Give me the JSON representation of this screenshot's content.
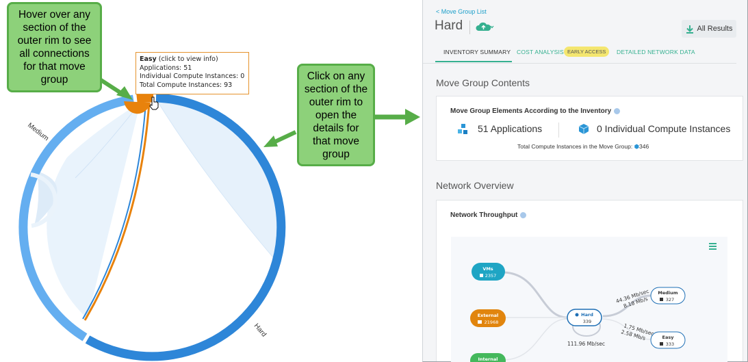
{
  "callouts": {
    "hover": "Hover over any section of the outer rim to see all connections for that move group",
    "click": "Click on any section of the outer rim to open the details for that move group"
  },
  "chord": {
    "labels": {
      "medium": "Medium",
      "hard": "Hard"
    },
    "colors": {
      "hard": "#2e86d8",
      "medium": "#64aef0",
      "easy": "#e8820c",
      "fill": "#e6f1fb"
    }
  },
  "tooltip": {
    "name": "Easy",
    "hint": " (click to view info)",
    "applications": "Applications: 51",
    "individual": "Individual Compute Instances: 0",
    "total": "Total Compute Instances: 93"
  },
  "panel": {
    "breadcrumb": "< Move Group List",
    "title": "Hard",
    "all_results": "All Results",
    "tabs": {
      "inventory": "INVENTORY SUMMARY",
      "cost": "COST ANALYSIS",
      "early": "EARLY ACCESS",
      "network": "DETAILED NETWORK DATA"
    },
    "contents": {
      "section": "Move Group Contents",
      "card_title": "Move Group Elements According to the Inventory",
      "applications": "51 Applications",
      "instances": "0 Individual Compute Instances",
      "total_label": "Total Compute Instances in the Move Group:",
      "total_value": "346"
    },
    "network": {
      "section": "Network Overview",
      "card_title": "Network Throughput",
      "nodes": {
        "vms": {
          "name": "VMs",
          "value": "2357"
        },
        "external": {
          "name": "External",
          "value": "21968"
        },
        "internal": {
          "name": "Internal"
        },
        "hard": {
          "name": "Hard",
          "value": "339"
        },
        "medium": {
          "name": "Medium",
          "value": "327"
        },
        "easy": {
          "name": "Easy",
          "value": "333"
        }
      },
      "rates": {
        "medium_out": "44.36 Mb/sec",
        "medium_in": "8.18 Mb/s",
        "easy_out": "1.75 Mb/sec",
        "easy_in": "2.58 Mb/s",
        "self": "111.96 Mb/sec"
      }
    }
  }
}
